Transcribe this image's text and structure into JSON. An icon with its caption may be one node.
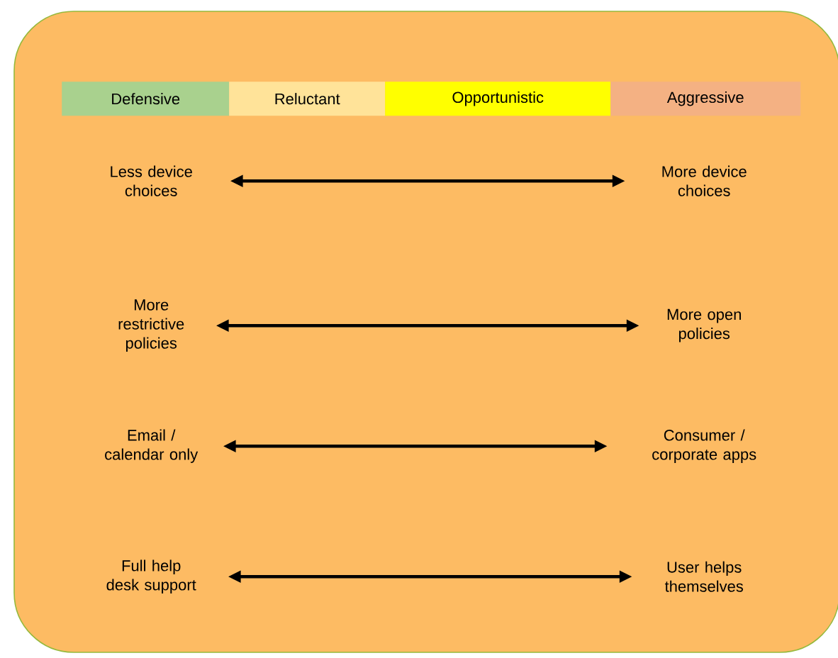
{
  "diagram": {
    "nodes": [
      {
        "text": [],
        "shape": "box"
      },
      {
        "text": [
          "Defensive"
        ],
        "in": 0
      },
      {
        "text": [
          "Reluctant"
        ],
        "in": 0
      },
      {
        "text": [
          "Opportunistic"
        ],
        "in": 0
      },
      {
        "text": [
          "Aggressive"
        ],
        "in": 0
      },
      {
        "text": [
          "Less device choices"
        ],
        "in": 0
      },
      {
        "text": [
          "More device choices"
        ],
        "in": 0
      },
      {
        "text": [
          "More restrictive policies"
        ],
        "in": 0
      },
      {
        "text": [
          "More open policies"
        ],
        "in": 0
      },
      {
        "text": [
          "Email / calendar only"
        ],
        "in": 0
      },
      {
        "text": [
          "Consumer / corporate apps"
        ],
        "in": 0
      },
      {
        "text": [
          "Full help desk support"
        ],
        "in": 0
      },
      {
        "text": [
          "User helps themselves"
        ],
        "in": 0
      }
    ],
    "edges": [
      {
        "from": 5,
        "to": 6,
        "arrow": "both"
      },
      {
        "from": 7,
        "to": 8,
        "arrow": "both"
      },
      {
        "from": 9,
        "to": 10,
        "arrow": "both"
      },
      {
        "from": 11,
        "to": 12,
        "arrow": "both"
      }
    ]
  }
}
